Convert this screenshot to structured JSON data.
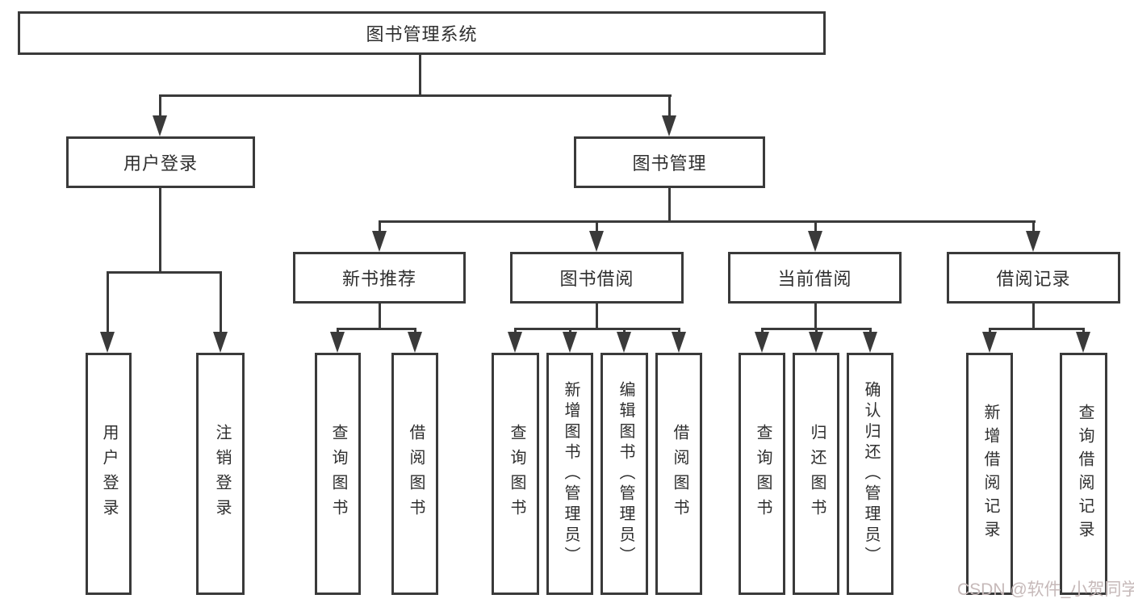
{
  "diagram": {
    "title_node": "图书管理系统",
    "root": {
      "label": "图书管理系统"
    },
    "level2": [
      "用户登录",
      "图书管理"
    ],
    "level3": [
      "新书推荐",
      "图书借阅",
      "当前借阅",
      "借阅记录"
    ],
    "leaves": {
      "user": [
        "用户登录",
        "注销登录"
      ],
      "recommend": [
        "查询图书",
        "借阅图书"
      ],
      "borrow": [
        "查询图书",
        "新增图书（管理员）",
        "编辑图书（管理员）",
        "借阅图书"
      ],
      "current": [
        "查询图书",
        "归还图书",
        "确认归还（管理员）"
      ],
      "records": [
        "新增借阅记录",
        "查询借阅记录"
      ]
    },
    "watermark": "CSDN @软件_小贺同学",
    "colors": {
      "line": "#3a3a3a",
      "text": "#2f2f2f",
      "background": "#ffffff",
      "watermark": "#c6b9b9"
    }
  }
}
